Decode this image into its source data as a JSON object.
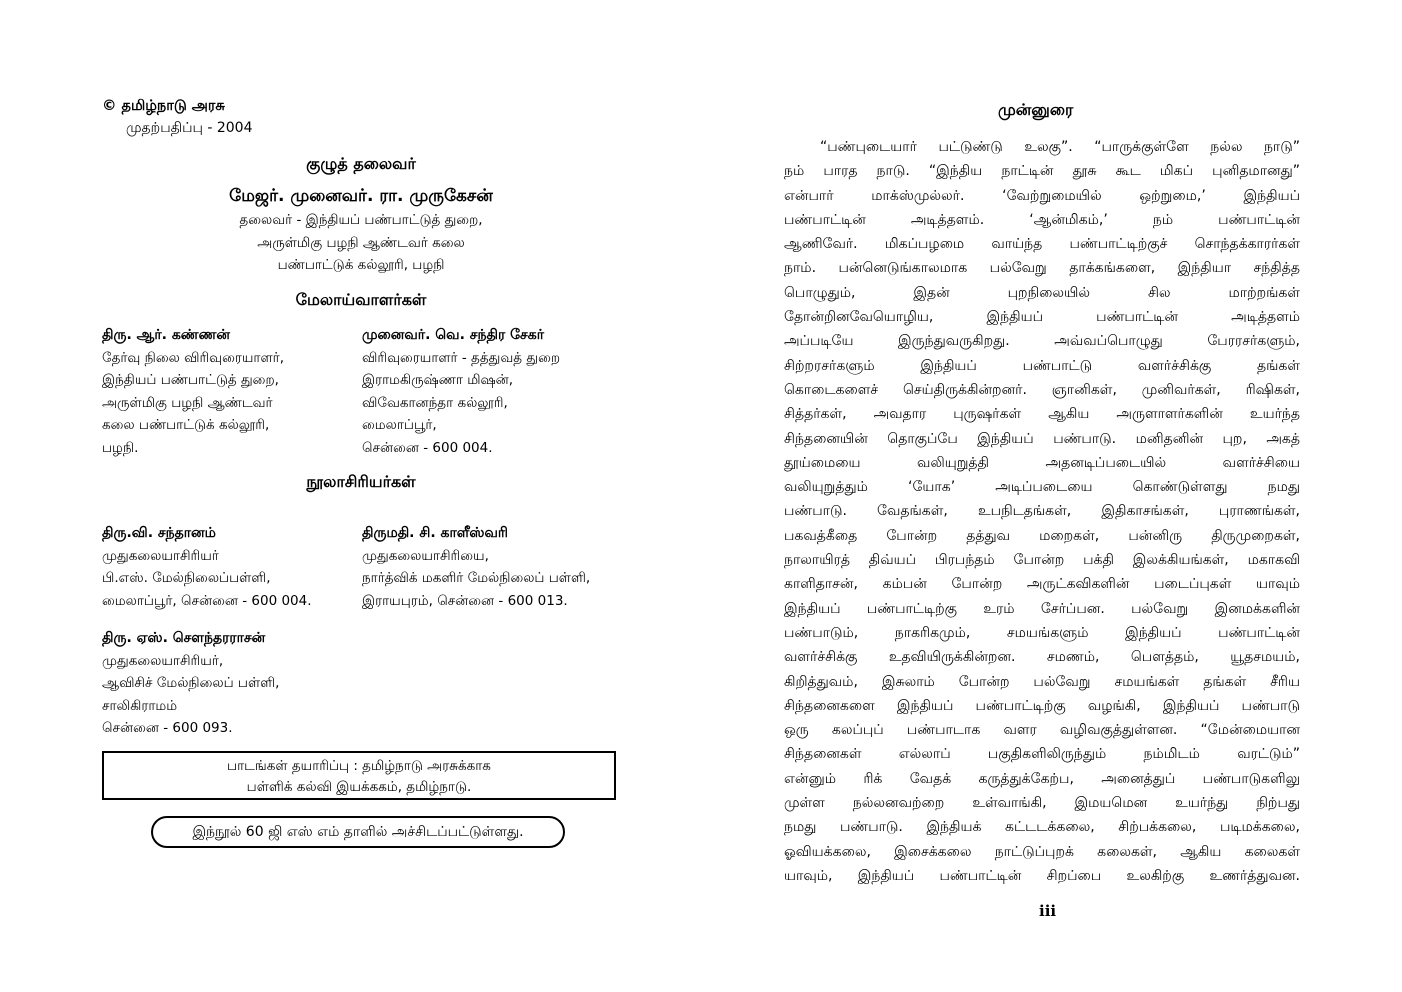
{
  "left": {
    "copyright": "© தமிழ்நாடு அரசு",
    "edition": "முதற்பதிப்பு - 2004",
    "chair_heading": "குழுத் தலைவர்",
    "chair_name": "மேஜர். முனைவர். ரா. முருகேசன்",
    "chair_lines": [
      "தலைவர் - இந்தியப் பண்பாட்டுத் துறை,",
      "அருள்மிகு பழநி ஆண்டவர் கலை",
      "பண்பாட்டுக் கல்லூரி, பழநி"
    ],
    "reviewers_heading": "மேலாய்வாளர்கள்",
    "reviewers": [
      {
        "name": "திரு. ஆர். கண்ணன்",
        "lines": [
          "தேர்வு நிலை விரிவுரையாளர்,",
          "இந்தியப் பண்பாட்டுத் துறை,",
          "அருள்மிகு பழநி ஆண்டவர்",
          "கலை பண்பாட்டுக் கல்லூரி,",
          "பழநி."
        ]
      },
      {
        "name": "முனைவர். வெ. சந்திர சேகர்",
        "lines": [
          "விரிவுரையாளர் - தத்துவத் துறை",
          "இராமகிருஷ்ணா மிஷன்,",
          "விவேகானந்தா கல்லூரி,",
          "மைலாப்பூர்,",
          "சென்னை - 600 004."
        ]
      }
    ],
    "authors_heading": "நூலாசிரியர்கள்",
    "authors": [
      {
        "name": "திரு.வி. சந்தானம்",
        "lines": [
          "முதுகலையாசிரியர்",
          "பி.எஸ். மேல்நிலைப்பள்ளி,",
          "மைலாப்பூர், சென்னை - 600 004."
        ]
      },
      {
        "name": "திருமதி. சி. காளீஸ்வரி",
        "lines": [
          "முதுகலையாசிரியை,",
          "நார்த்விக் மகளிர் மேல்நிலைப் பள்ளி,",
          "இராயபுரம், சென்னை - 600 013."
        ]
      },
      {
        "name": "திரு. ஏஸ். சௌந்தரராசன்",
        "lines": [
          "முதுகலையாசிரியர்,",
          "ஆவிசிச் மேல்நிலைப் பள்ளி,",
          "சாலிகிராமம்",
          "சென்னை - 600 093."
        ]
      }
    ],
    "prep_lines": [
      "பாடங்கள் தயாரிப்பு : தமிழ்நாடு அரசுக்காக",
      "பள்ளிக் கல்வி இயக்ககம், தமிழ்நாடு."
    ],
    "paper_note": "இந்நூல் 60 ஜி எஸ் எம் தாளில் அச்சிடப்பட்டுள்ளது."
  },
  "right": {
    "title": "முன்னுரை",
    "lines": [
      "“பண்புடையார் பட்டுண்டு உலகு”. “பாருக்குள்ளே நல்ல நாடு”",
      "நம் பாரத நாடு. “இந்திய நாட்டின் தூசு கூட மிகப் புனிதமானது”",
      "என்பார் மாக்ஸ்முல்லர். ‘வேற்றுமையில் ஒற்றுமை,’ இந்தியப்",
      "பண்பாட்டின் அடித்தளம். ‘ஆன்மிகம்,’ நம் பண்பாட்டின்",
      "ஆணிவேர். மிகப்பழமை வாய்ந்த பண்பாட்டிற்குச் சொந்தக்காரர்கள்",
      "நாம். பன்னெடுங்காலமாக பல்வேறு தாக்கங்களை, இந்தியா சந்தித்த",
      "பொழுதும், இதன் புறநிலையில் சில மாற்றங்கள்",
      "தோன்றினவேயொழிய, இந்தியப் பண்பாட்டின் அடித்தளம்",
      "அப்படியே இருந்துவருகிறது. அவ்வப்பொழுது பேரரசர்களும்,",
      "சிற்றரசர்களும் இந்தியப் பண்பாட்டு வளர்ச்சிக்கு தங்கள்",
      "கொடைகளைச் செய்திருக்கின்றனர். ஞானிகள், முனிவர்கள், ரிஷிகள்,",
      "சித்தர்கள், அவதார புருஷர்கள் ஆகிய அருளாளர்களின் உயர்ந்த",
      "சிந்தனையின் தொகுப்பே இந்தியப் பண்பாடு. மனிதனின் புற, அகத்",
      "தூய்மையை வலியுறுத்தி அதனடிப்படையில் வளர்ச்சியை",
      "வலியுறுத்தும் ‘யோக’ அடிப்படையை கொண்டுள்ளது நமது",
      "பண்பாடு. வேதங்கள், உபநிடதங்கள், இதிகாசங்கள், புராணங்கள்,",
      "பகவத்கீதை போன்ற தத்துவ மறைகள், பன்னிரு திருமுறைகள்,",
      "நாலாயிரத் திவ்யப் பிரபந்தம் போன்ற பக்தி இலக்கியங்கள், மகாகவி",
      "காளிதாசன், கம்பன் போன்ற அருட்கவிகளின் படைப்புகள் யாவும்",
      "இந்தியப் பண்பாட்டிற்கு உரம் சேர்ப்பன. பல்வேறு இனமக்களின்",
      "பண்பாடும், நாகரிகமும், சமயங்களும் இந்தியப் பண்பாட்டின்",
      "வளர்ச்சிக்கு உதவியிருக்கின்றன. சமணம், பௌத்தம், யூதசமயம்,",
      "கிறித்துவம், இசுலாம் போன்ற பல்வேறு சமயங்கள் தங்கள் சீரிய",
      "சிந்தனைகளை இந்தியப் பண்பாட்டிற்கு வழங்கி, இந்தியப் பண்பாடு",
      "ஒரு கலப்புப் பண்பாடாக வளர வழிவகுத்துள்ளன. “மேன்மையான",
      "சிந்தனைகள் எல்லாப் பகுதிகளிலிருந்தும் நம்மிடம் வரட்டும்”",
      "என்னும் ரிக் வேதக் கருத்துக்கேற்ப, அனைத்துப் பண்பாடுகளிலு",
      "முள்ள நல்லனவற்றை உள்வாங்கி, இமயமென உயர்ந்து நிற்பது",
      "நமது பண்பாடு. இந்தியக் கட்டடக்கலை, சிற்பக்கலை, படிமக்கலை,",
      "ஓவியக்கலை, இசைக்கலை நாட்டுப்புறக் கலைகள், ஆகிய கலைகள்",
      "யாவும், இந்தியப் பண்பாட்டின் சிறப்பை உலகிற்கு உணர்த்துவன."
    ],
    "page_number": "iii"
  }
}
